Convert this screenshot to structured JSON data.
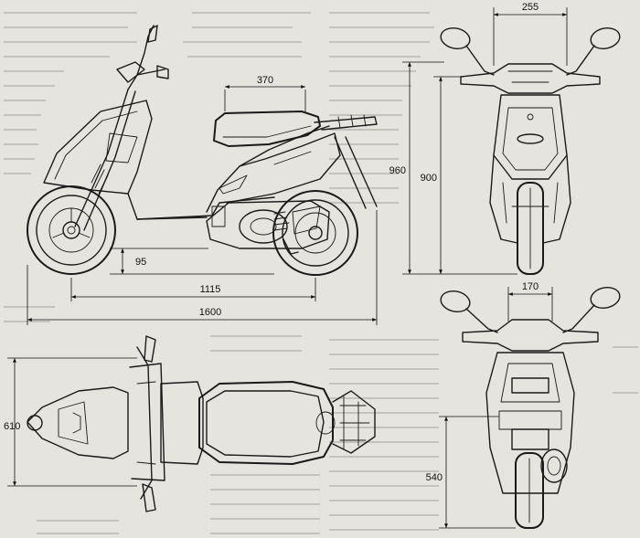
{
  "dimensions": {
    "handlebar_gap": "255",
    "seat_length": "370",
    "overall_height": "960",
    "mirror_height": "900",
    "ground_clearance": "95",
    "wheelbase": "1115",
    "overall_length": "1600",
    "rear_width": "170",
    "overall_width": "610",
    "seat_height": "540"
  }
}
